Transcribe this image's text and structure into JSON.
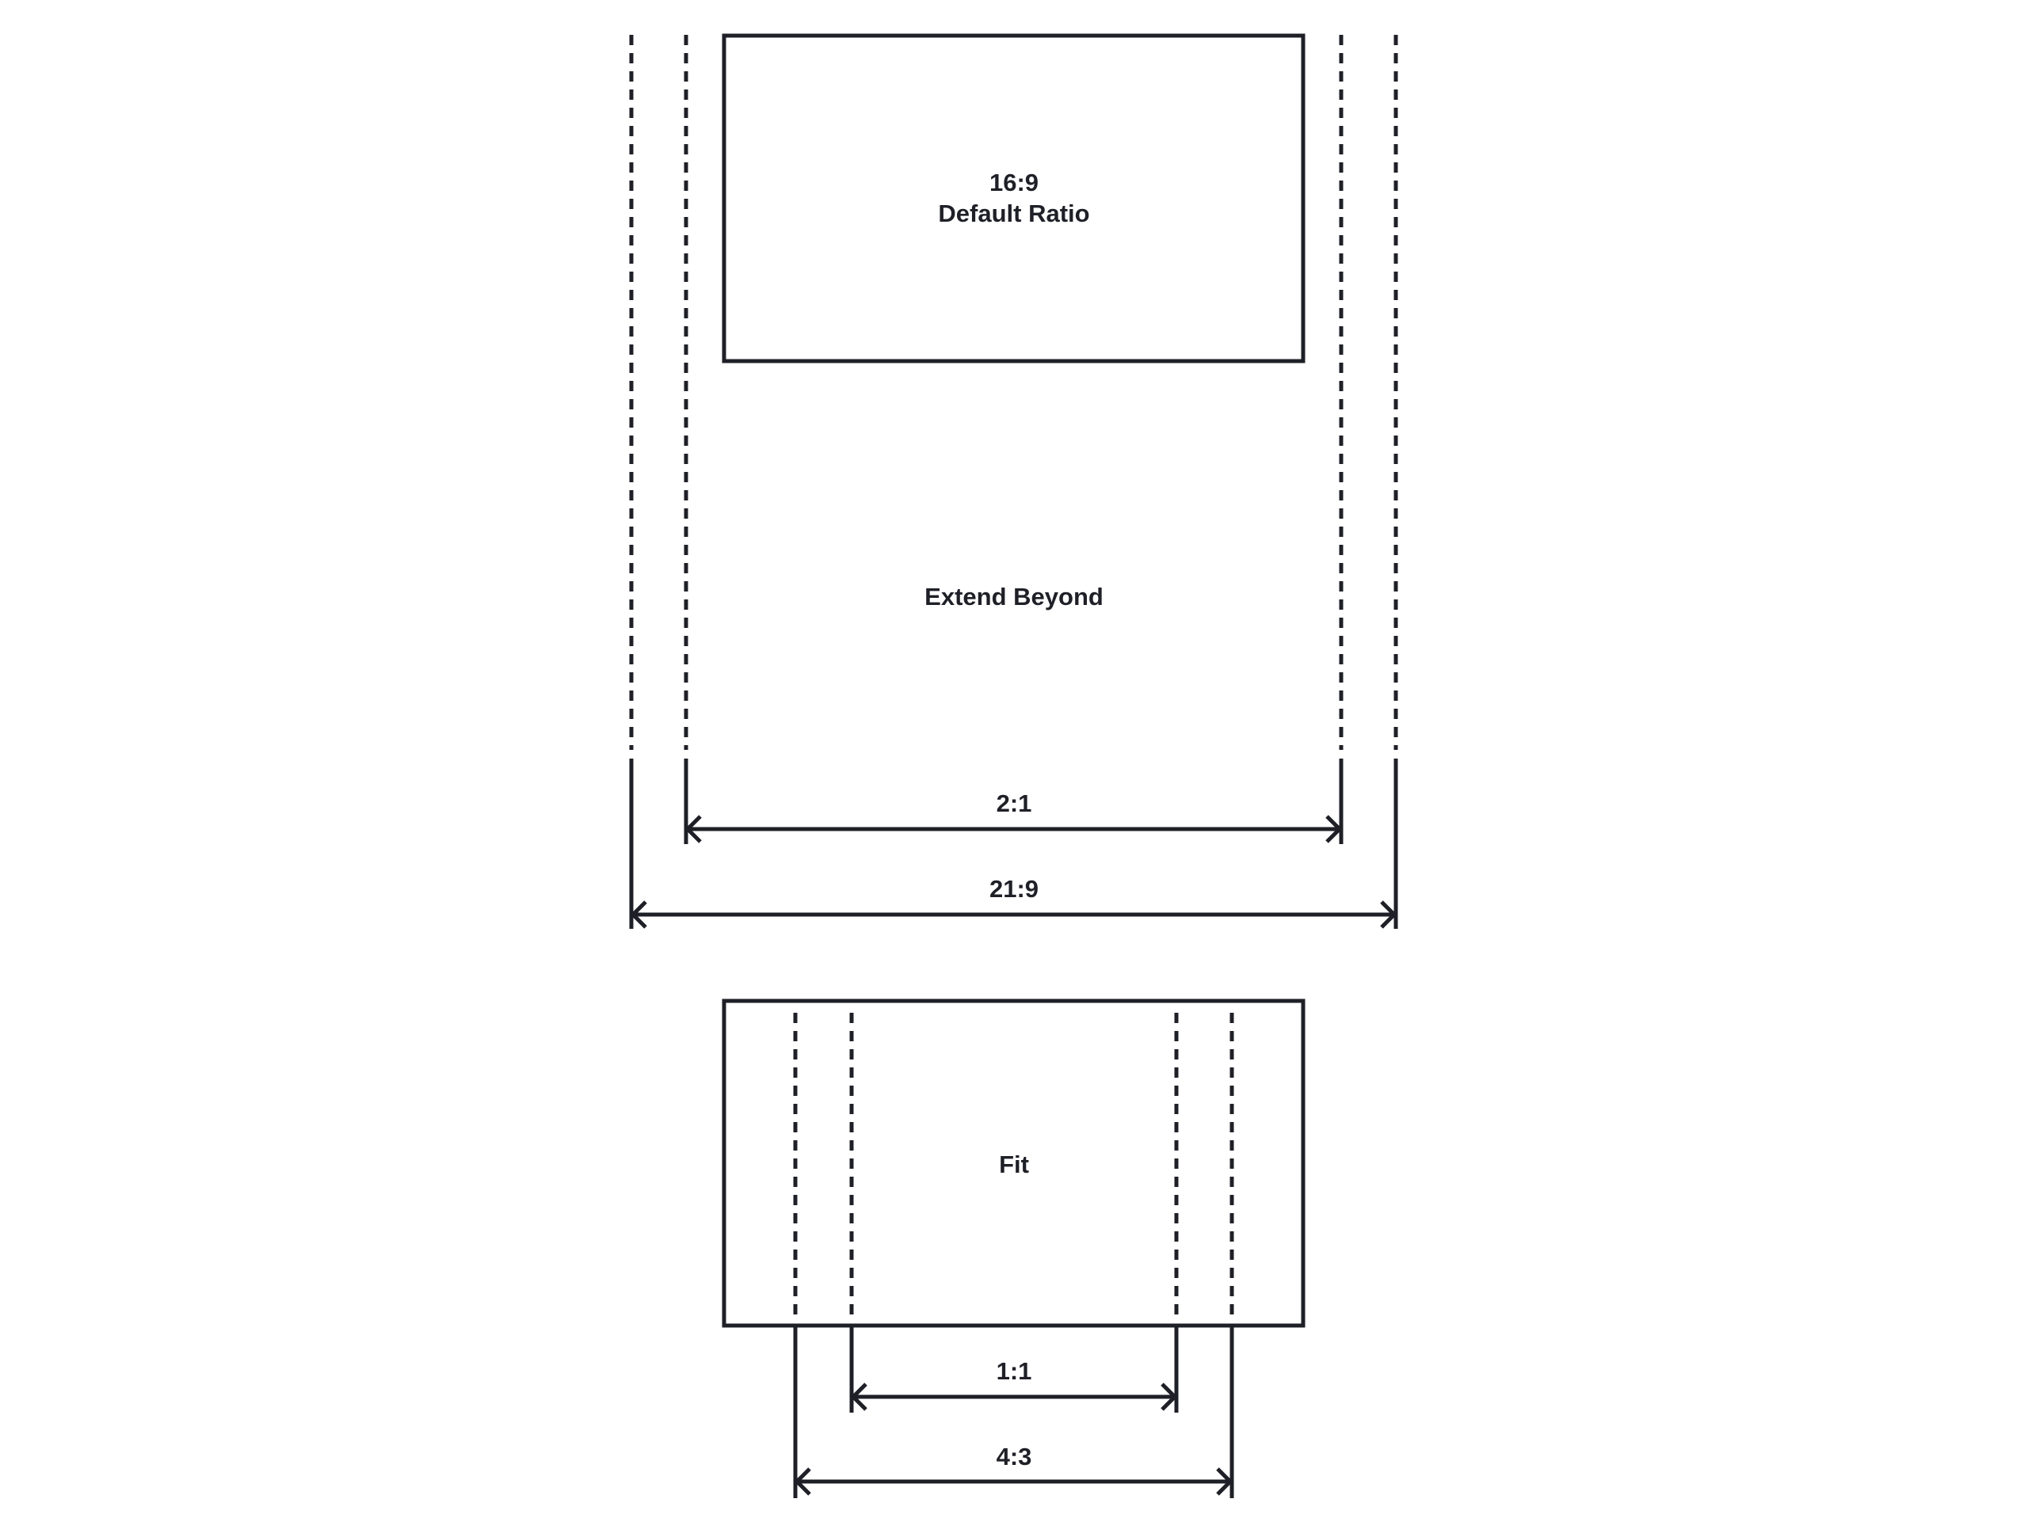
{
  "top_diagram": {
    "default_box": {
      "ratio": "16:9",
      "caption": "Default Ratio"
    },
    "region_label": "Extend Beyond",
    "inner_dimension": "2:1",
    "outer_dimension": "21:9"
  },
  "bottom_diagram": {
    "region_label": "Fit",
    "inner_dimension": "1:1",
    "outer_dimension": "4:3"
  },
  "colors": {
    "stroke": "#1f2027",
    "background": "#ffffff"
  }
}
